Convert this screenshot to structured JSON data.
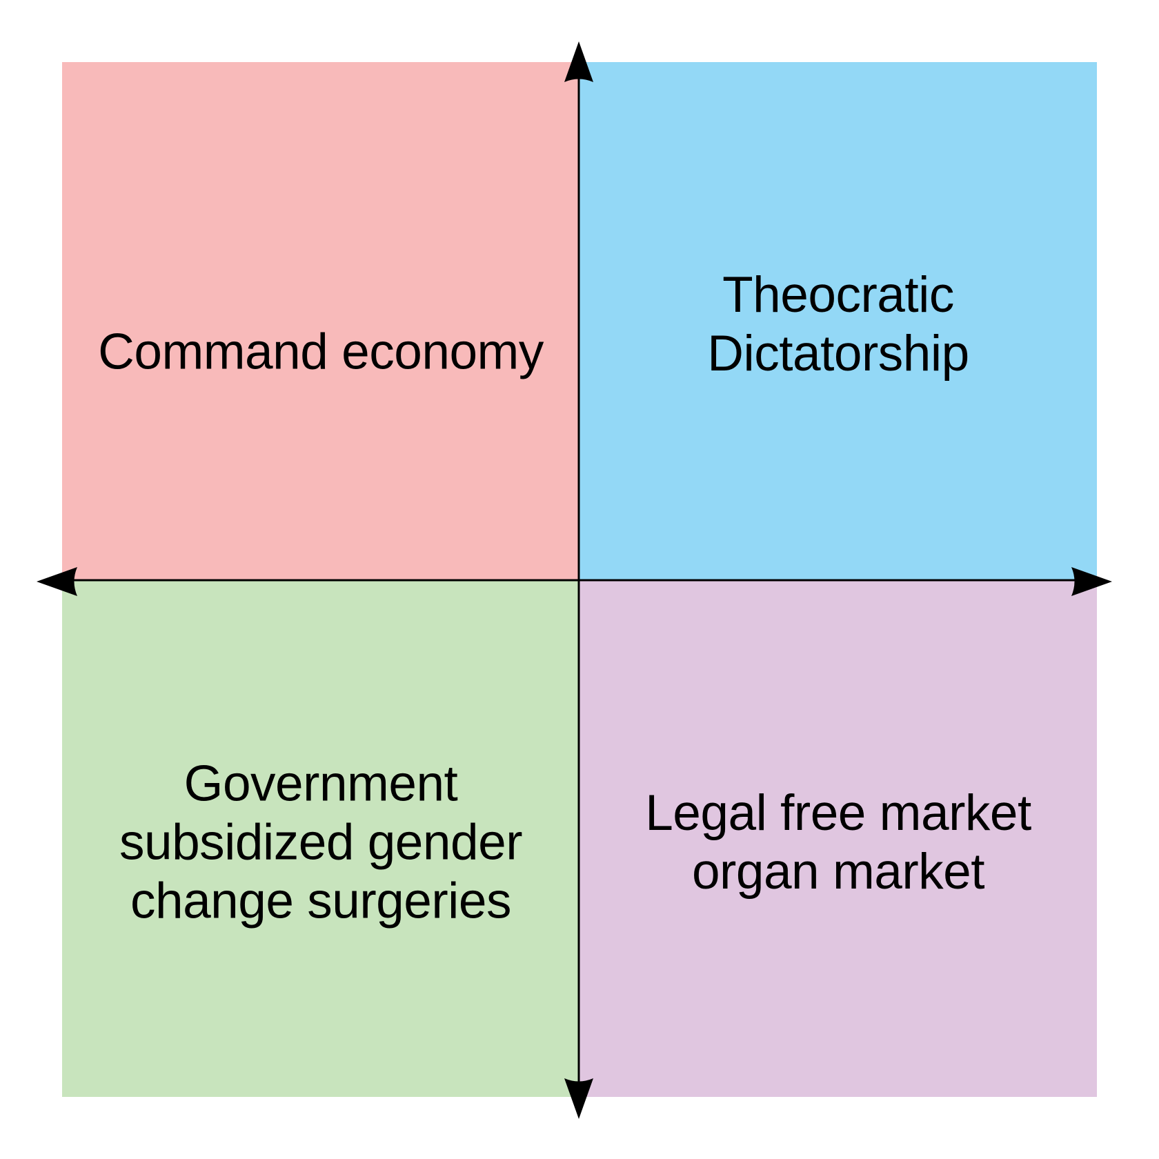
{
  "chart": {
    "type": "political-compass-quadrant",
    "quadrants": {
      "top_left": {
        "label": "Command economy",
        "color": "#f8baba"
      },
      "top_right": {
        "label": "Theocratic\nDictatorship",
        "color": "#93d8f6"
      },
      "bottom_left": {
        "label": "Government\nsubsidized gender\nchange surgeries",
        "color": "#c8e4bd"
      },
      "bottom_right": {
        "label": "Legal free market\norgan market",
        "color": "#e0c6e0"
      }
    },
    "axes": {
      "color": "#000000",
      "horizontal": {
        "arrows": [
          "left",
          "right"
        ]
      },
      "vertical": {
        "arrows": [
          "up",
          "down"
        ]
      }
    }
  }
}
